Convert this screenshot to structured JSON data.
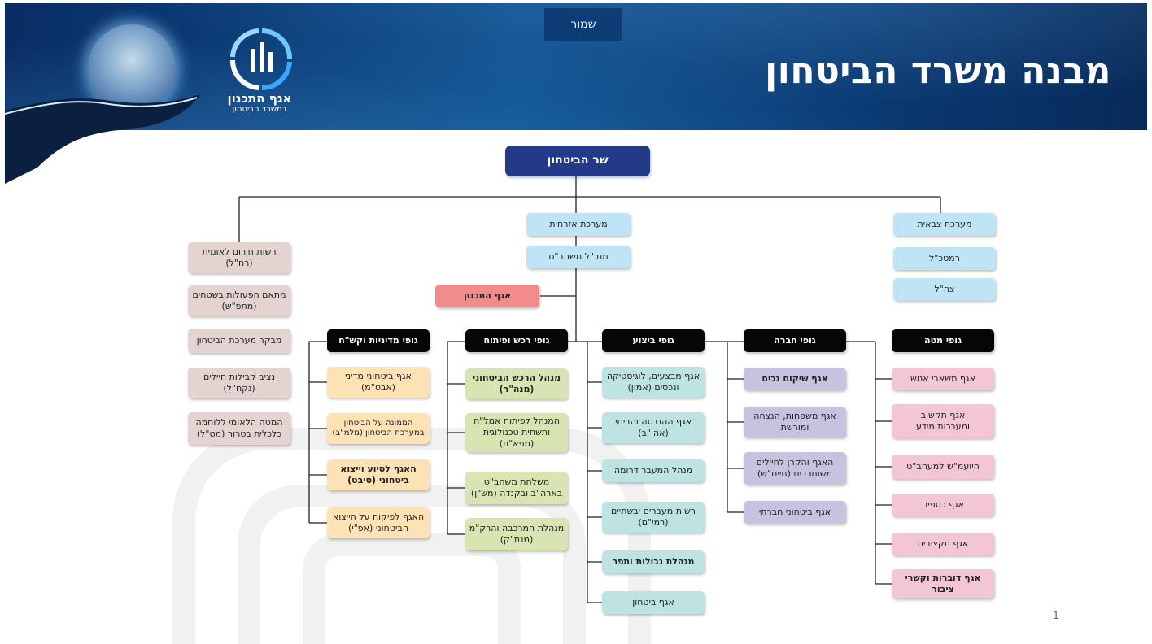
{
  "header": {
    "title": "מבנה משרד הביטחון",
    "classification": "שמור",
    "logo_line1": "אגף התכנון",
    "logo_line2": "במשרד הביטחון"
  },
  "top": {
    "minister": "שר הביטחון"
  },
  "civil": {
    "label": "מערכת אזרחית",
    "director": "מנכ\"ל משהב\"ט",
    "planning": "אגף התכנון"
  },
  "military": {
    "label": "מערכת צבאית",
    "items": [
      "רמטכ\"ל",
      "צה\"ל"
    ]
  },
  "left_column": [
    "רשות חירום לאומית\n(רח\"ל)",
    "מתאם הפעולות בשטחים\n(מתפ\"ש)",
    "מבקר מערכת הביטחון",
    "נציב קבילות חיילים\n(נקח\"ל)",
    "המטה הלאומי ללוחמה\nכלכלית בטרור (מט\"ל)"
  ],
  "groups": {
    "staff": {
      "title": "גופי מטה",
      "items": [
        "אגף משאבי אנוש",
        "אגף תקשוב\nומערכות מידע",
        "היועמ\"ש למעהב\"ט",
        "אגף כספים",
        "אגף תקציבים",
        "אגף דוברות וקשרי\nציבור"
      ]
    },
    "society": {
      "title": "גופי חברה",
      "items": [
        "אגף שיקום נכים",
        "אגף משפחות, הנצחה\nומורשת",
        "האגף והקרן לחיילים\nמשוחררים (חיים\"ש)",
        "אגף ביטחוני חברתי"
      ]
    },
    "execution": {
      "title": "גופי ביצוע",
      "items": [
        "אגף מבצעים, לוגיסטיקה\nונכסים (אמון)",
        "אגף ההנדסה והבינוי\n(אהו\"ב)",
        "מנהל המעבר דרומה",
        "רשות מעברים יבשתיים\n(רמי\"ם)",
        "מנהלת גבולות ותפר",
        "אגף ביטחון"
      ]
    },
    "procurement": {
      "title": "גופי רכש ופיתוח",
      "items": [
        "מנהל הרכש הביטחוני\n(מנה\"ר)",
        "המנהל לפיתוח אמל\"ח\nותשתית טכנולוגית\n(מפא\"ת)",
        "משלחת משהב\"ט\nבארה\"ב ובקנדה (מש\"ן)",
        "מנהלת המרכבה והרק\"מ\n(מנת\"ק)"
      ]
    },
    "policy": {
      "title": "גופי מדיניות וקש\"ח",
      "items": [
        "אגף ביטחוני מדיני\n(אבט\"מ)",
        "הממונה על הביטחון\nבמערכת הביטחון (מלמ\"ב)",
        "האגף לסיוע וייצוא\nביטחוני (סיבט)",
        "האגף לפיקוח על הייצוא\nהביטחוני (אפ\"י)"
      ]
    }
  },
  "page_number": "1",
  "colors": {
    "header_blue": "#0e4f8e",
    "minister_box": "#233a86",
    "civil_military": "#bfe4f6",
    "planning": "#f28b8b",
    "left_column": "#e3d4d1",
    "group_header": "#060606",
    "staff": "#f2c6d2",
    "society": "#c9c1e0",
    "execution": "#bde3e3",
    "procurement": "#d8e4b2",
    "policy": "#fde2b6"
  }
}
